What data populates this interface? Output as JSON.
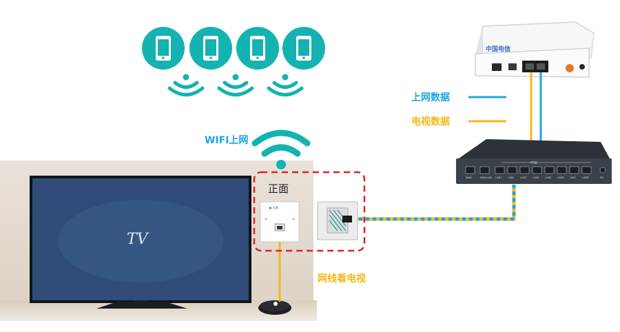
{
  "legend": {
    "internet_data": "上网数据",
    "tv_data": "电视数据"
  },
  "labels": {
    "wifi": "WIFI上网",
    "front": "正面",
    "cable_tv": "网线看电视"
  },
  "tv_logo": "TV",
  "devices": {
    "phones": [
      "phone-1",
      "phone-2",
      "phone-3",
      "phone-4"
    ],
    "switch_ports": [
      "WAN",
      "WAN/LAN",
      "LAN1",
      "LAN2",
      "LAN3",
      "LAN4",
      "LAN5",
      "LAN6",
      "LAN7",
      "LAN8",
      "DC"
    ]
  },
  "colors": {
    "teal": "#14b3b1",
    "internet_line": "#1ba6e0",
    "tv_line": "#f3b81a",
    "dashed_box": "#e02020",
    "tv_screen": "#2f4d78",
    "switch": "#3a4149"
  }
}
